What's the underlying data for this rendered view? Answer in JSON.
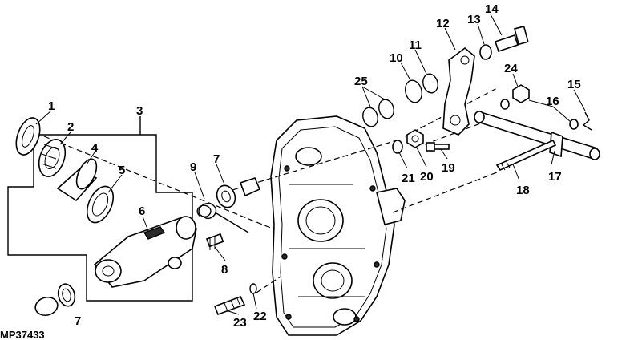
{
  "figure_id": "MP37433",
  "callouts": {
    "c1": "1",
    "c2": "2",
    "c3": "3",
    "c4": "4",
    "c5": "5",
    "c6": "6",
    "c7a": "7",
    "c7b": "7",
    "c8": "8",
    "c9": "9",
    "c10": "10",
    "c11": "11",
    "c12": "12",
    "c13": "13",
    "c14": "14",
    "c15": "15",
    "c16": "16",
    "c17": "17",
    "c18": "18",
    "c19": "19",
    "c20": "20",
    "c21": "21",
    "c22": "22",
    "c23": "23",
    "c24": "24",
    "c25": "25"
  }
}
